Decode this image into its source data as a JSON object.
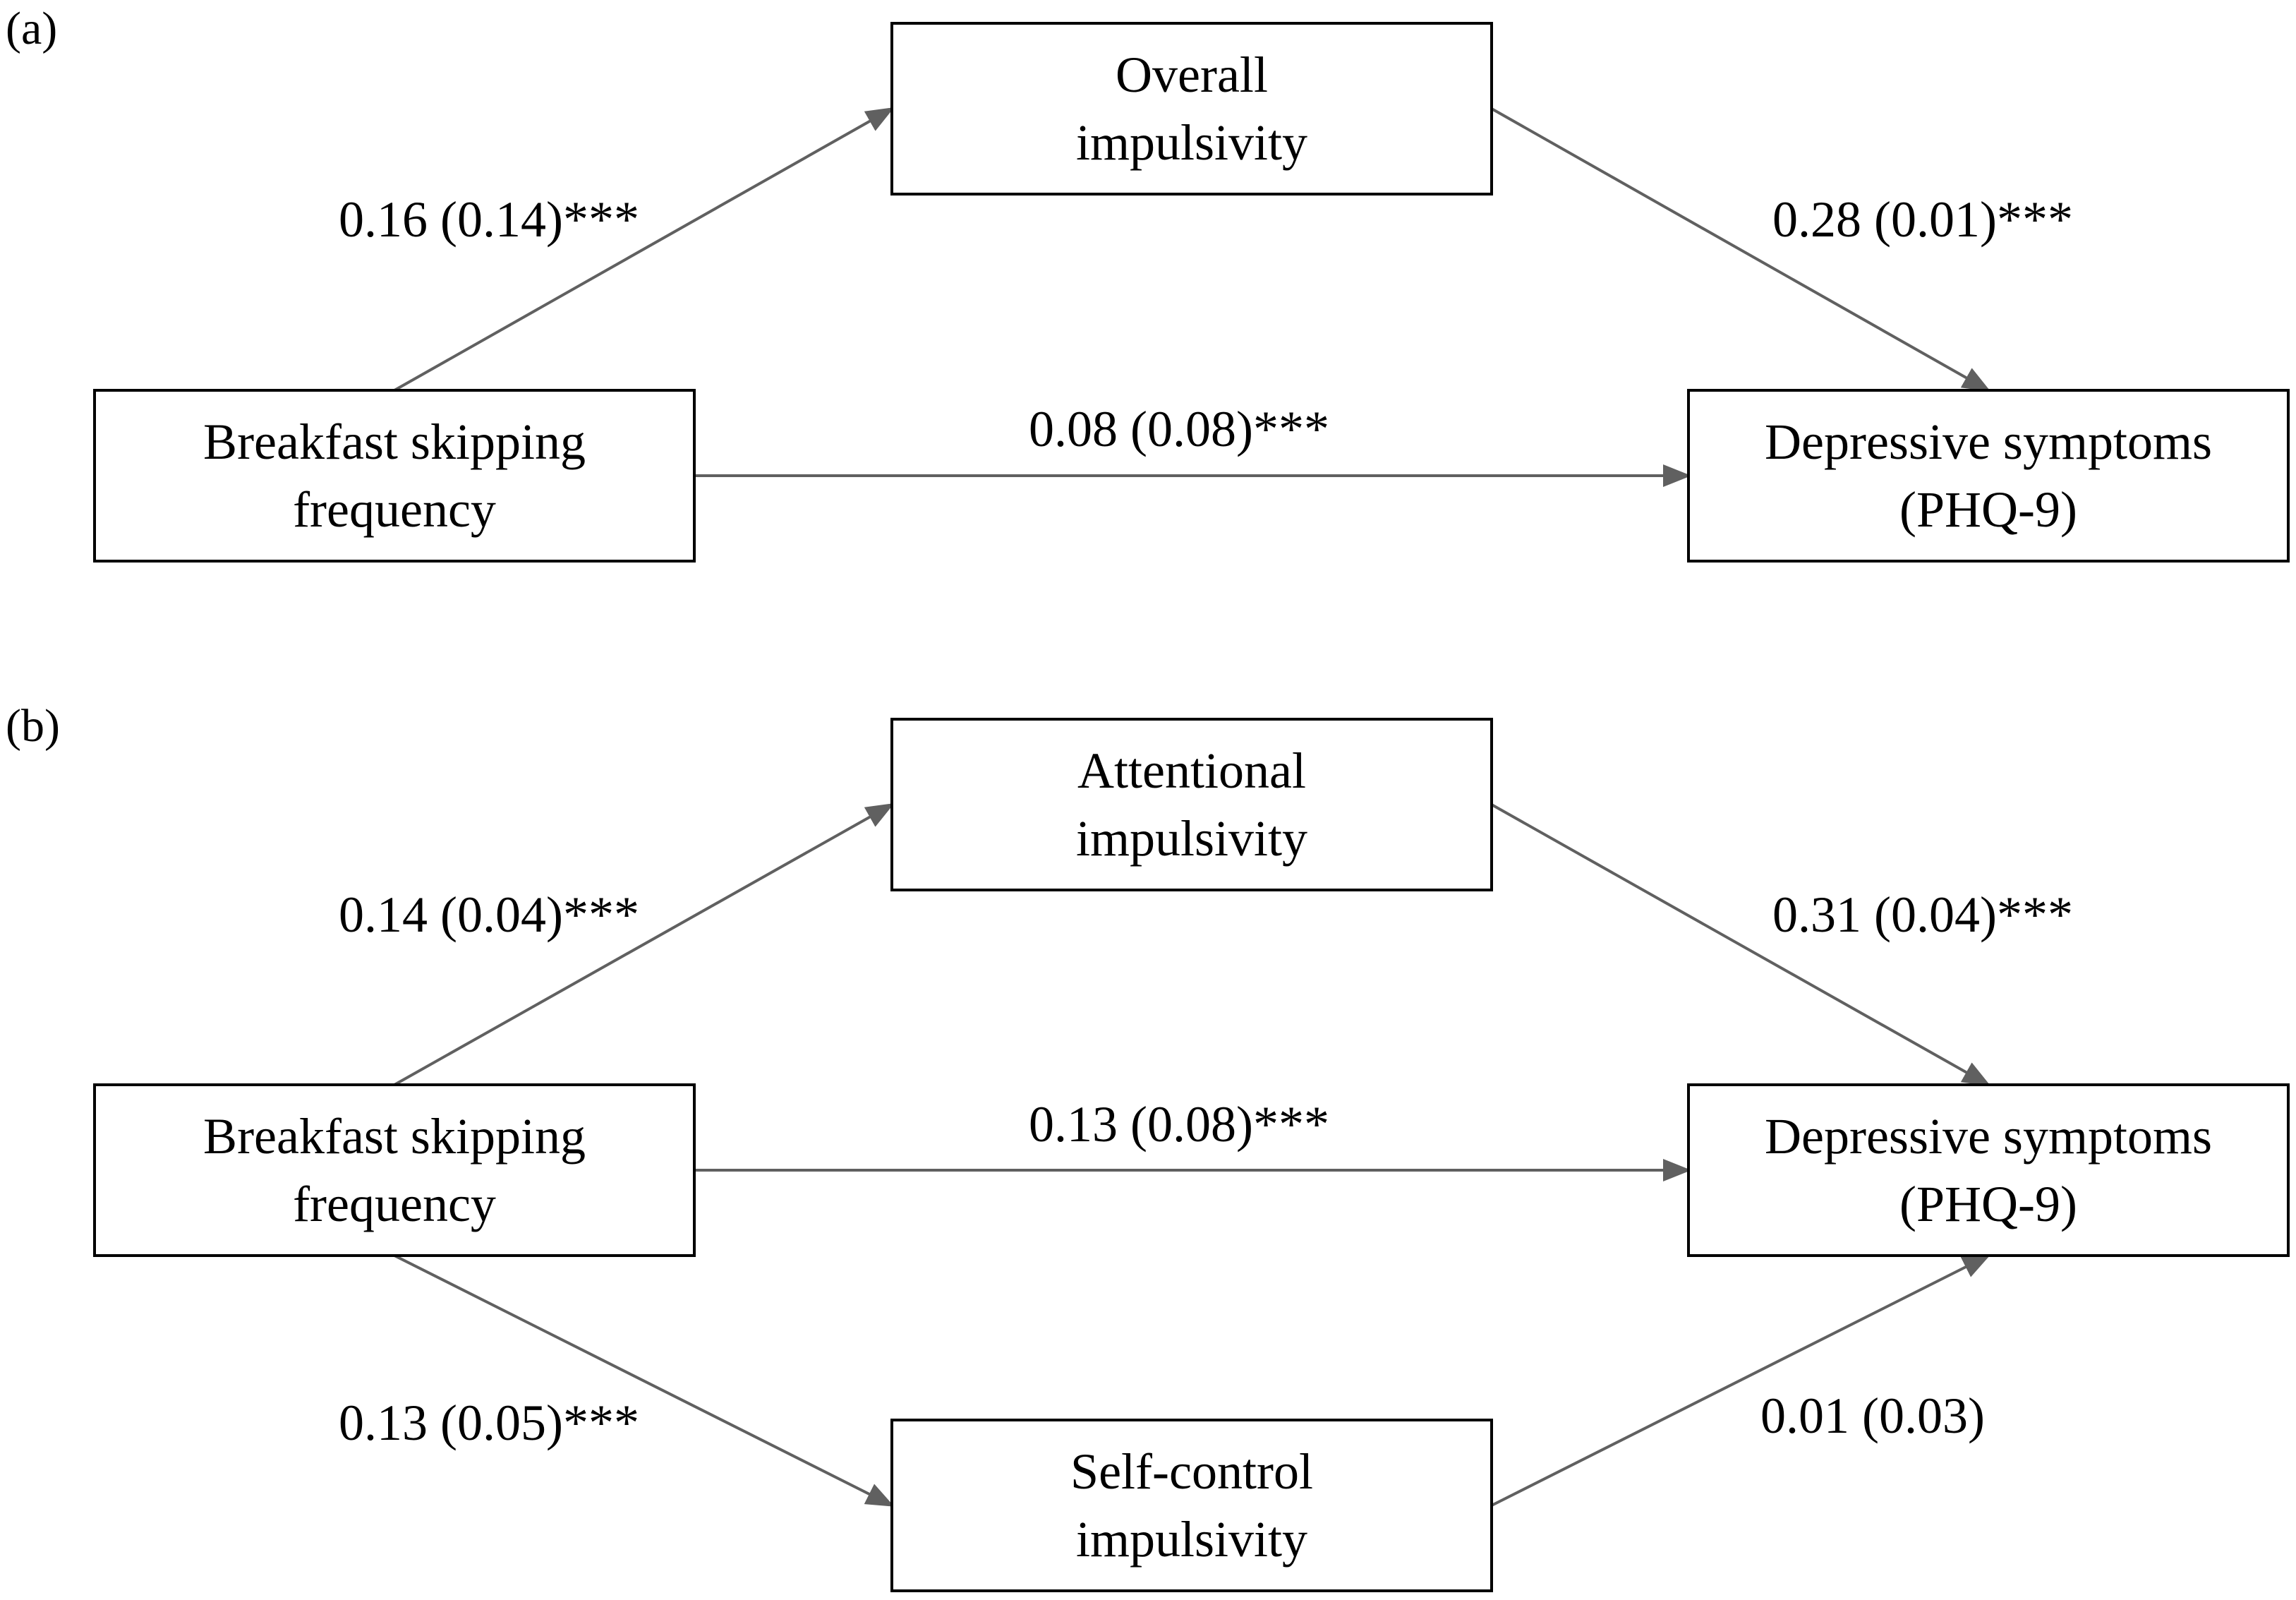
{
  "panels": [
    {
      "label": "(a)",
      "nodes": [
        {
          "id": "bsf",
          "lines": [
            "Breakfast skipping",
            "frequency"
          ]
        },
        {
          "id": "med",
          "lines": [
            "Overall",
            "impulsivity"
          ]
        },
        {
          "id": "dep",
          "lines": [
            "Depressive symptoms",
            "(PHQ-9)"
          ]
        }
      ],
      "edges": [
        {
          "id": "a-path",
          "from": "bsf",
          "to": "med",
          "label": "0.16 (0.14)***"
        },
        {
          "id": "b-path",
          "from": "med",
          "to": "dep",
          "label": "0.28 (0.01)***"
        },
        {
          "id": "c-path",
          "from": "bsf",
          "to": "dep",
          "label": "0.08 (0.08)***"
        }
      ]
    },
    {
      "label": "(b)",
      "nodes": [
        {
          "id": "bsf",
          "lines": [
            "Breakfast skipping",
            "frequency"
          ]
        },
        {
          "id": "med1",
          "lines": [
            "Attentional",
            "impulsivity"
          ]
        },
        {
          "id": "med2",
          "lines": [
            "Self-control",
            "impulsivity"
          ]
        },
        {
          "id": "dep",
          "lines": [
            "Depressive symptoms",
            "(PHQ-9)"
          ]
        }
      ],
      "edges": [
        {
          "id": "a1-path",
          "from": "bsf",
          "to": "med1",
          "label": "0.14 (0.04)***"
        },
        {
          "id": "b1-path",
          "from": "med1",
          "to": "dep",
          "label": "0.31 (0.04)***"
        },
        {
          "id": "c-path",
          "from": "bsf",
          "to": "dep",
          "label": "0.13 (0.08)***"
        },
        {
          "id": "a2-path",
          "from": "bsf",
          "to": "med2",
          "label": "0.13 (0.05)***"
        },
        {
          "id": "b2-path",
          "from": "med2",
          "to": "dep",
          "label": "0.01 (0.03)"
        }
      ]
    }
  ],
  "colors": {
    "box_border": "#000000",
    "arrow": "#606060",
    "text": "#000000",
    "background": "#ffffff"
  }
}
